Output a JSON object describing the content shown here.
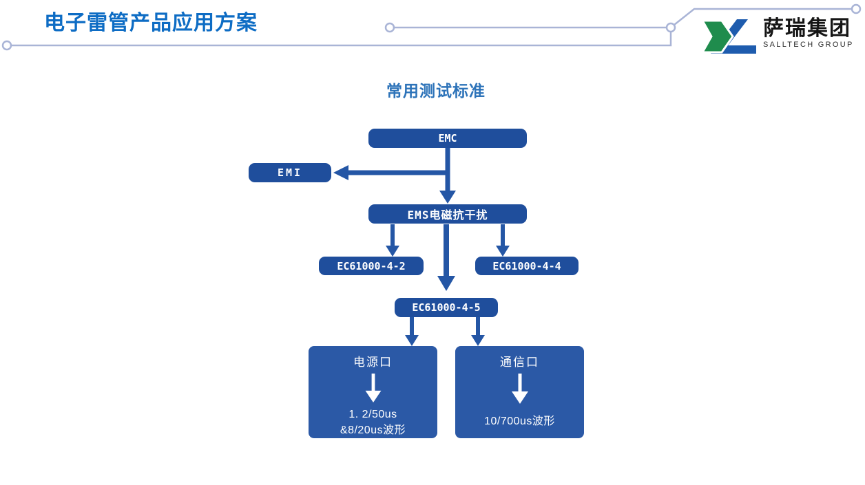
{
  "header": {
    "title": "电子雷管产品应用方案",
    "logo": {
      "company_cn": "萨瑞集团",
      "company_en": "SALLTECH GROUP"
    }
  },
  "main": {
    "section_title": "常用测试标准"
  },
  "flowchart": {
    "nodes": {
      "emc": {
        "label": "EMC"
      },
      "emi": {
        "label": "EMI"
      },
      "ems": {
        "label": "EMS电磁抗干扰"
      },
      "ec42": {
        "label": "EC61000-4-2"
      },
      "ec44": {
        "label": "EC61000-4-4"
      },
      "ec45": {
        "label": "EC61000-4-5"
      },
      "power": {
        "title": "电源口",
        "line1": "1. 2/50us",
        "line2": "&8/20us波形"
      },
      "comm": {
        "title": "通信口",
        "line1": "10/700us波形"
      }
    },
    "edges": [
      {
        "from": "EMC",
        "to": "EMI"
      },
      {
        "from": "EMC",
        "to": "EMS电磁抗干扰"
      },
      {
        "from": "EMS电磁抗干扰",
        "to": "EC61000-4-2"
      },
      {
        "from": "EMS电磁抗干扰",
        "to": "EC61000-4-4"
      },
      {
        "from": "EMS电磁抗干扰",
        "to": "EC61000-4-5"
      },
      {
        "from": "EC61000-4-5",
        "to": "电源口"
      },
      {
        "from": "EC61000-4-5",
        "to": "通信口"
      }
    ]
  },
  "colors": {
    "title_blue": "#0d6cc4",
    "section_blue": "#2d73b9",
    "node_blue": "#1f4e9c",
    "panel_blue": "#2b59a6",
    "arrow_blue": "#2456a5",
    "deco_line": "#a9b4d6",
    "logo_green": "#1f8c4d",
    "logo_blue": "#1e5cae"
  }
}
